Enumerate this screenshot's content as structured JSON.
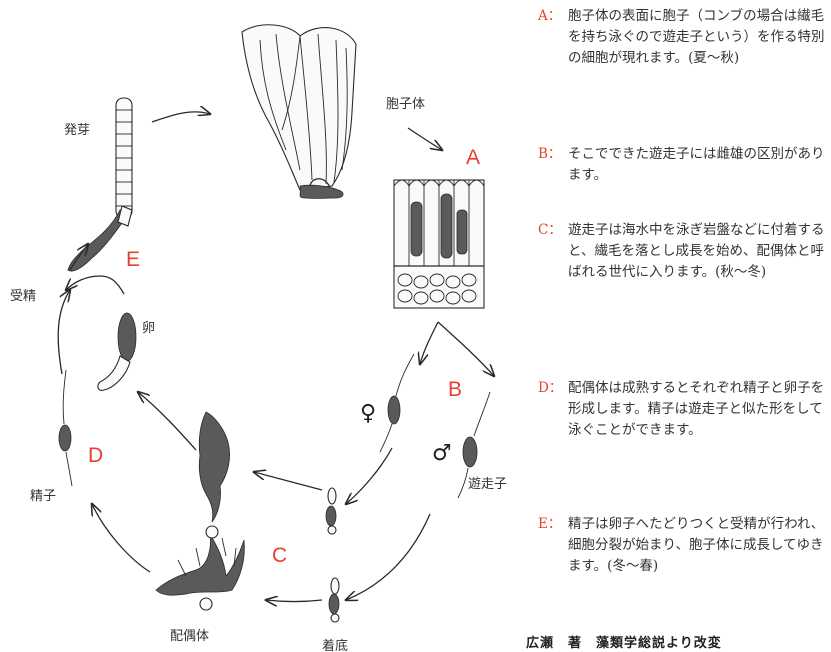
{
  "diagram": {
    "labels": {
      "sporophyte": "胞子体",
      "germination": "発芽",
      "fertilization": "受精",
      "egg": "卵",
      "sperm": "精子",
      "gametophyte": "配偶体",
      "settlement": "着底",
      "zoospore": "遊走子",
      "female": "♀",
      "male": "♂"
    },
    "stage_letters": {
      "A": "A",
      "B": "B",
      "C": "C",
      "D": "D",
      "E": "E"
    }
  },
  "explanations": [
    {
      "letter": "A：",
      "text": "胞子体の表面に胞子（コンブの場合は繊毛を持ち泳ぐので遊走子という）を作る特別の細胞が現れます。(夏～秋)"
    },
    {
      "letter": "B：",
      "text": "そこでできた遊走子には雌雄の区別があります。"
    },
    {
      "letter": "C：",
      "text": "遊走子は海水中を泳ぎ岩盤などに付着すると、繊毛を落とし成長を始め、配偶体と呼ばれる世代に入ります。(秋～冬)"
    },
    {
      "letter": "D：",
      "text": "配偶体は成熟するとそれぞれ精子と卵子を形成します。精子は遊走子と似た形をして泳ぐことができます。"
    },
    {
      "letter": "E：",
      "text": "精子は卵子へたどりつくと受精が行われ、細胞分裂が始まり、胞子体に成長してゆきます。(冬～春)"
    }
  ],
  "credit": "広瀬　著　藻類学総説より改変",
  "colors": {
    "accent": "#e8402f",
    "ink": "#333333"
  }
}
